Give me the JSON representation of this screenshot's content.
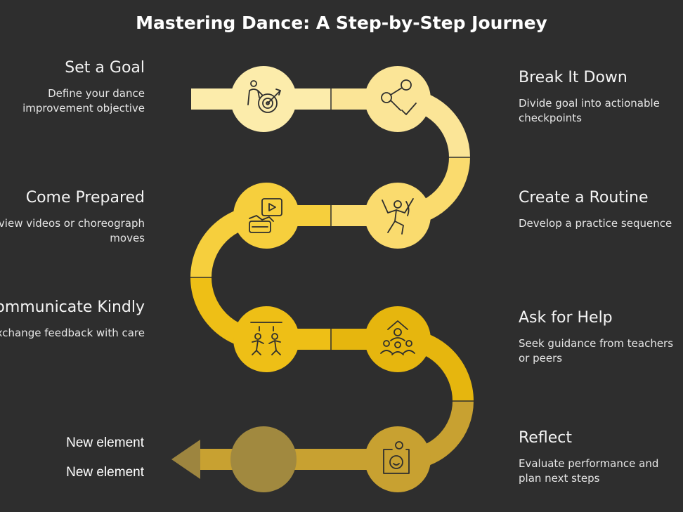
{
  "title": "Mastering Dance: A Step-by-Step Journey",
  "steps": [
    {
      "title": "Set a Goal",
      "description": "Define your dance improvement objective",
      "icon": "goal-target-icon",
      "color": "#fcecab"
    },
    {
      "title": "Break It Down",
      "description": "Divide goal into actionable checkpoints",
      "icon": "checkpoints-icon",
      "color": "#fbe597"
    },
    {
      "title": "Create a Routine",
      "description": "Develop a practice sequence",
      "icon": "dancer-icon",
      "color": "#fadb6e"
    },
    {
      "title": "Come Prepared",
      "description": "Review videos or choreograph moves",
      "icon": "video-play-icon",
      "color": "#f6cf3d"
    },
    {
      "title": "Communicate Kindly",
      "description": "Exchange feedback with care",
      "icon": "people-talking-icon",
      "color": "#eebf16"
    },
    {
      "title": "Ask for Help",
      "description": "Seek guidance from teachers or peers",
      "icon": "teacher-group-icon",
      "color": "#e6b60e"
    },
    {
      "title": "Reflect",
      "description": "Evaluate performance and plan next steps",
      "icon": "self-reflection-icon",
      "color": "#c8a131"
    }
  ],
  "placeholders": [
    "New element",
    "New element"
  ],
  "colors": {
    "background": "#2e2e2e",
    "final_node": "#a1893f",
    "arrow": "#9d853f"
  }
}
